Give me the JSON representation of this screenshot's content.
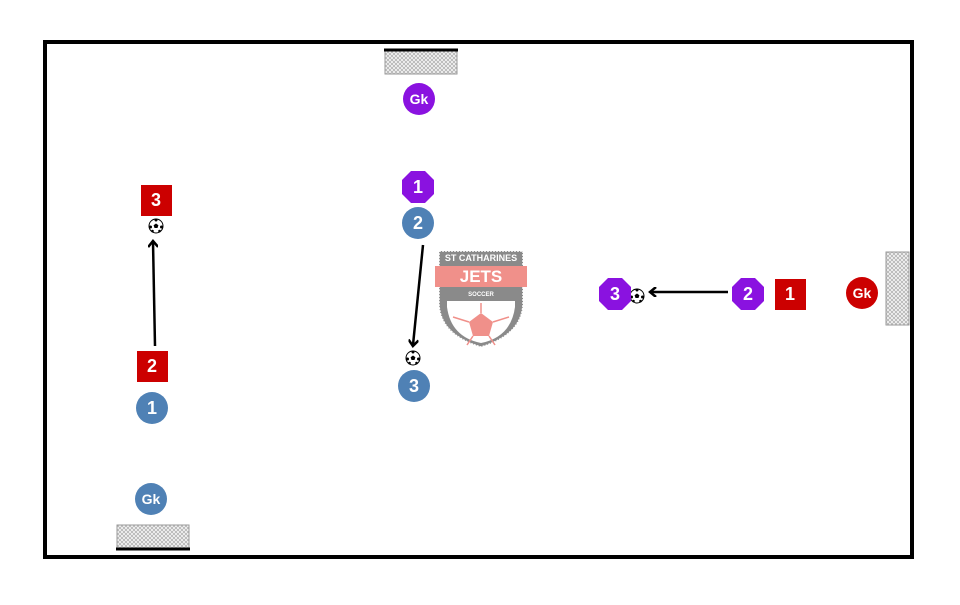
{
  "colors": {
    "blue_team": "#4f81b5",
    "purple_team": "#8a12e0",
    "red_team": "#cc0000",
    "field_line": "#000000",
    "logo_gray": "#8a8a8a",
    "logo_pink": "#f0908a"
  },
  "logo": {
    "line1": "ST CATHARINES",
    "line2": "JETS",
    "line3": "SOCCER"
  },
  "players": {
    "purple_gk": "Gk",
    "purple_1": "1",
    "purple_2": "2",
    "purple_3": "3",
    "blue_gk": "Gk",
    "blue_1": "1",
    "blue_2": "2",
    "blue_3": "3",
    "red_gk": "Gk",
    "red_1": "1",
    "red_2": "2",
    "red_3": "3"
  }
}
